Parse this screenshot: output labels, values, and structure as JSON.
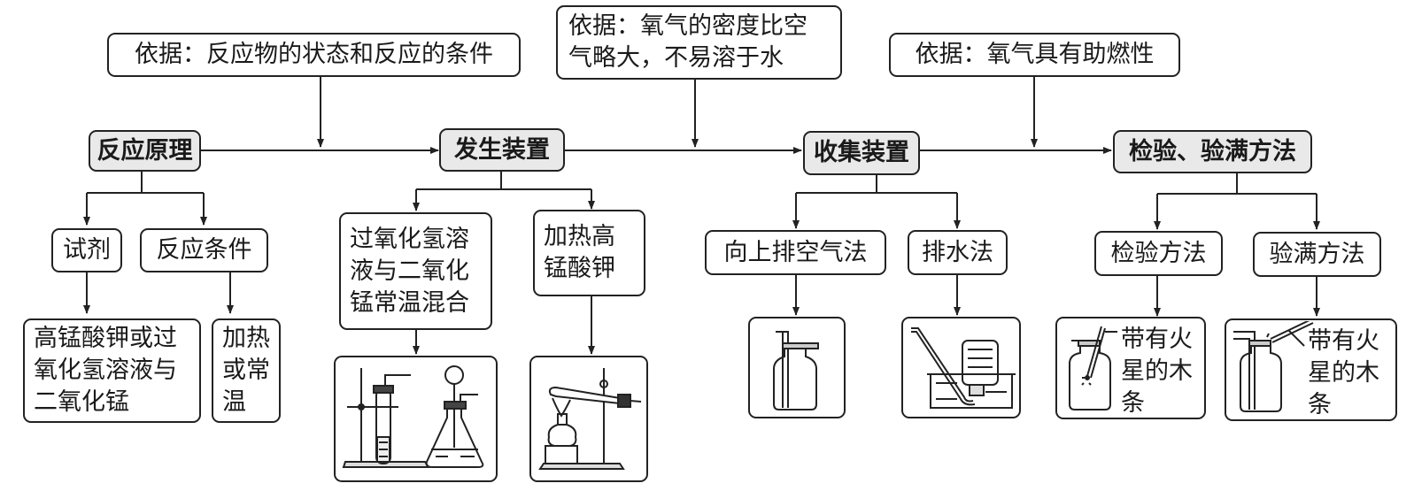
{
  "basis": {
    "reaction_state": "依据：反应物的状态和反应的条件",
    "density": "依据：氧气的密度比空\n气略大，不易溶于水",
    "combustion": "依据：氧气具有助燃性"
  },
  "main": {
    "principle": "反应原理",
    "generator": "发生装置",
    "collector": "收集装置",
    "test": "检验、验满方法"
  },
  "principle": {
    "reagent_label": "试剂",
    "condition_label": "反应条件",
    "reagent_value": "高锰酸钾或过\n氧化氢溶液与\n二氧化锰",
    "condition_value": "加热\n或常\n温"
  },
  "generator": {
    "option1": "过氧化氢溶\n液与二氧化\n锰常温混合",
    "option2": "加热高\n锰酸钾",
    "apparatus1": "test-tube-and-conical-flask-setup",
    "apparatus2": "heated-test-tube-with-alcohol-lamp"
  },
  "collector": {
    "option1": "向上排空气法",
    "option2": "排水法",
    "apparatus1": "gas-bottle-upward-air-displacement",
    "apparatus2": "water-displacement-trough"
  },
  "test": {
    "option1": "检验方法",
    "option2": "验满方法",
    "caption1": "带有火\n星的木\n条",
    "caption2": "带有火\n星的木\n条"
  }
}
